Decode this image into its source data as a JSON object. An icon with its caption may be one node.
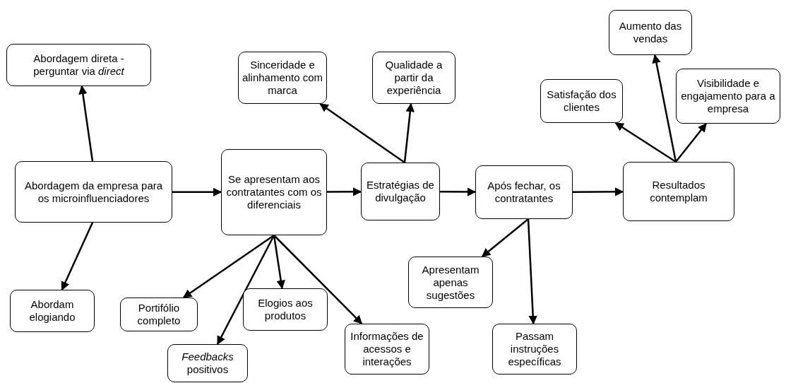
{
  "diagram": {
    "nodes": [
      {
        "text": [
          "Abordagem da empresa para os microinfluenciadores"
        ]
      },
      {
        "text": [
          "Abordagem direta - perguntar via *direct*"
        ]
      },
      {
        "text": [
          "Abordam elogiando"
        ]
      },
      {
        "text": [
          "Se apresentam aos contratantes com os diferenciais"
        ]
      },
      {
        "text": [
          "Portifólio completo"
        ]
      },
      {
        "text": [
          "*Feedbacks* positivos"
        ]
      },
      {
        "text": [
          "Elogios aos produtos"
        ]
      },
      {
        "text": [
          "Informações de acessos e interações"
        ]
      },
      {
        "text": [
          "Estratégias de divulgação"
        ]
      },
      {
        "text": [
          "Sinceridade e alinhamento com marca"
        ]
      },
      {
        "text": [
          "Qualidade a partir da experiência"
        ]
      },
      {
        "text": [
          "Após fechar, os contratantes"
        ]
      },
      {
        "text": [
          "Apresentam apenas sugestões"
        ]
      },
      {
        "text": [
          "Passam instruções específicas"
        ]
      },
      {
        "text": [
          "Resultados contemplam"
        ]
      },
      {
        "text": [
          "Satisfação dos clientes"
        ]
      },
      {
        "text": [
          "Aumento das vendas"
        ]
      },
      {
        "text": [
          "Visibilidade e engajamento para a empresa"
        ]
      }
    ],
    "edges": [
      {
        "from": 0,
        "to": 1,
        "arrow": "to"
      },
      {
        "from": 0,
        "to": 2,
        "arrow": "to"
      },
      {
        "from": 0,
        "to": 3,
        "arrow": "to"
      },
      {
        "from": 3,
        "to": 4,
        "arrow": "to"
      },
      {
        "from": 3,
        "to": 5,
        "arrow": "to"
      },
      {
        "from": 3,
        "to": 6,
        "arrow": "to"
      },
      {
        "from": 3,
        "to": 7,
        "arrow": "to"
      },
      {
        "from": 3,
        "to": 8,
        "arrow": "to"
      },
      {
        "from": 8,
        "to": 9,
        "arrow": "to"
      },
      {
        "from": 8,
        "to": 10,
        "arrow": "to"
      },
      {
        "from": 8,
        "to": 11,
        "arrow": "to"
      },
      {
        "from": 11,
        "to": 12,
        "arrow": "to"
      },
      {
        "from": 11,
        "to": 13,
        "arrow": "to"
      },
      {
        "from": 11,
        "to": 14,
        "arrow": "to"
      },
      {
        "from": 14,
        "to": 15,
        "arrow": "to"
      },
      {
        "from": 14,
        "to": 16,
        "arrow": "to"
      },
      {
        "from": 14,
        "to": 17,
        "arrow": "to"
      }
    ]
  }
}
